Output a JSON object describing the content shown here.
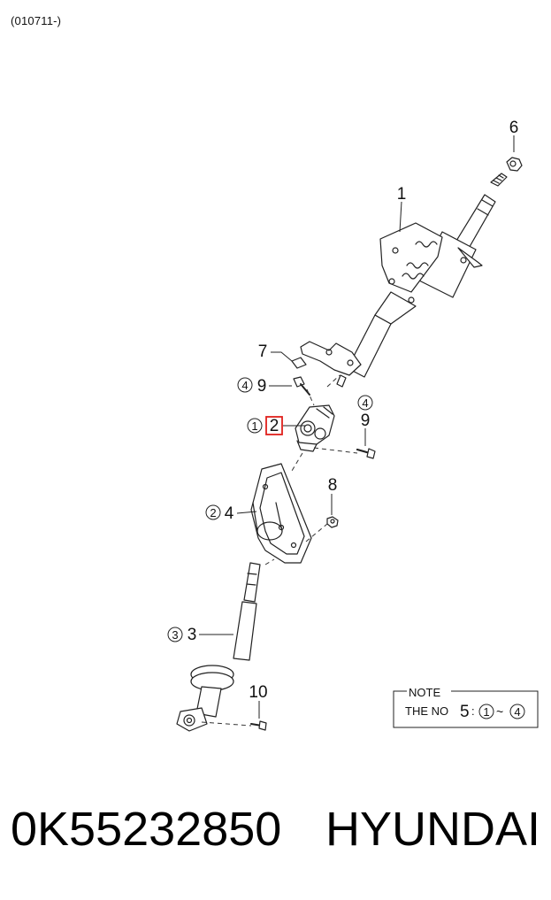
{
  "header": {
    "date_code": "(010711-)"
  },
  "diagram": {
    "callouts": {
      "c1": "1",
      "c2": "2",
      "c3": "3",
      "c4": "4",
      "c6": "6",
      "c7": "7",
      "c8": "8",
      "c9a": "9",
      "c9b": "9",
      "c10": "10"
    },
    "circled": {
      "c1": "1",
      "c2": "2",
      "c3": "3",
      "c4a": "4",
      "c4b": "4"
    },
    "highlight": "2",
    "highlight_color": "#e0201c",
    "note": {
      "title": "NOTE",
      "text": "THE NO",
      "number": "5",
      "colon": ":",
      "range_start": "1",
      "tilde": "~",
      "range_end": "4"
    }
  },
  "footer": {
    "part_number": "0K55232850",
    "brand": "HYUNDAI"
  }
}
